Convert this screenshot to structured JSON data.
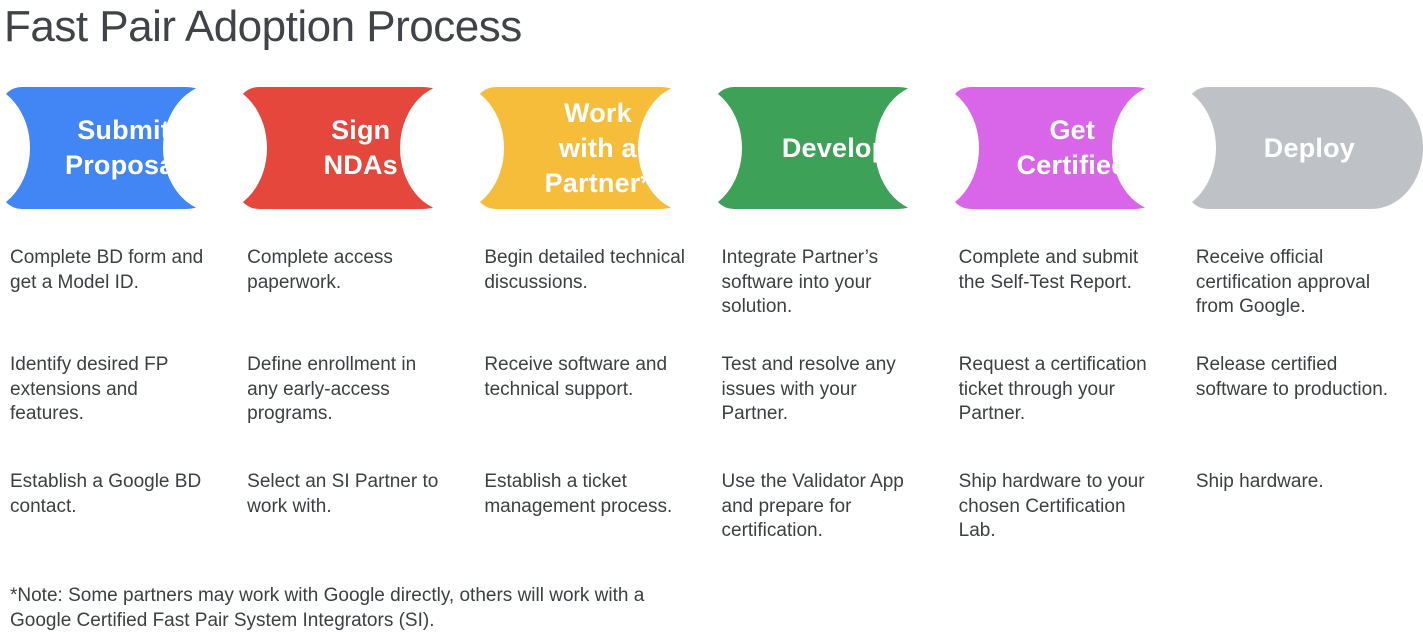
{
  "title": "Fast Pair Adoption Process",
  "footnote": "*Note: Some partners may work with Google directly, others will work with a Google Certified Fast Pair System Integrators (SI).",
  "colors": {
    "title_text": "#404448",
    "body_text": "#3c4043",
    "stage_label_text": "#ffffff",
    "background": "#ffffff"
  },
  "stages": [
    {
      "label": "Submit\nProposal",
      "color": "#4285F4",
      "items": [
        "Complete BD form and get a Model ID.",
        "Identify desired FP extensions and features.",
        "Establish a Google BD contact."
      ]
    },
    {
      "label": "Sign\nNDAs",
      "color": "#E5473C",
      "items": [
        "Complete access paperwork.",
        "Define enrollment in any early-access programs.",
        "Select an SI Partner to work with."
      ]
    },
    {
      "label": "Work\nwith a\nPartner*",
      "color": "#F6BD3B",
      "items": [
        "Begin detailed technical discussions.",
        "Receive software and technical support.",
        "Establish a ticket management process."
      ]
    },
    {
      "label": "Develop",
      "color": "#3DA157",
      "items": [
        "Integrate Partner’s software into your solution.",
        "Test and resolve any issues with your Partner.",
        "Use the Validator App and prepare for certification."
      ]
    },
    {
      "label": "Get\nCertified",
      "color": "#D965E9",
      "items": [
        "Complete and submit the Self-Test Report.",
        "Request a certification ticket through your Partner.",
        "Ship hardware to your chosen Certification Lab."
      ]
    },
    {
      "label": "Deploy",
      "color": "#BEC2C7",
      "items": [
        "Receive official certification approval from Google.",
        "Release certified software to production.",
        "Ship hardware."
      ]
    }
  ]
}
